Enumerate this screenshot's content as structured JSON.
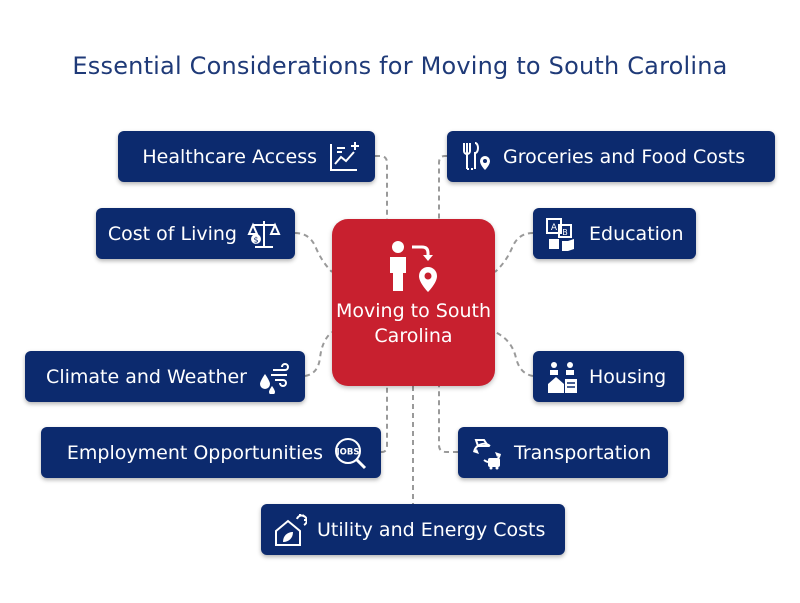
{
  "title": "Essential Considerations for Moving to South Carolina",
  "center": {
    "label": "Moving to South Carolina",
    "icon": "person-relocation-icon"
  },
  "nodes": [
    {
      "label": "Healthcare Access",
      "icon": "health-chart-icon"
    },
    {
      "label": "Cost of Living",
      "icon": "scale-money-icon"
    },
    {
      "label": "Climate and Weather",
      "icon": "weather-icon"
    },
    {
      "label": "Employment Opportunities",
      "icon": "jobs-search-icon"
    },
    {
      "label": "Utility and Energy Costs",
      "icon": "eco-house-icon"
    },
    {
      "label": "Groceries and Food Costs",
      "icon": "fork-location-icon"
    },
    {
      "label": "Education",
      "icon": "abc-book-icon"
    },
    {
      "label": "Housing",
      "icon": "house-people-icon"
    },
    {
      "label": "Transportation",
      "icon": "transport-icon"
    }
  ],
  "colors": {
    "title": "#1f3a78",
    "center": "#c8202f",
    "node": "#0c2a6e",
    "connector": "#9a9a9a"
  }
}
